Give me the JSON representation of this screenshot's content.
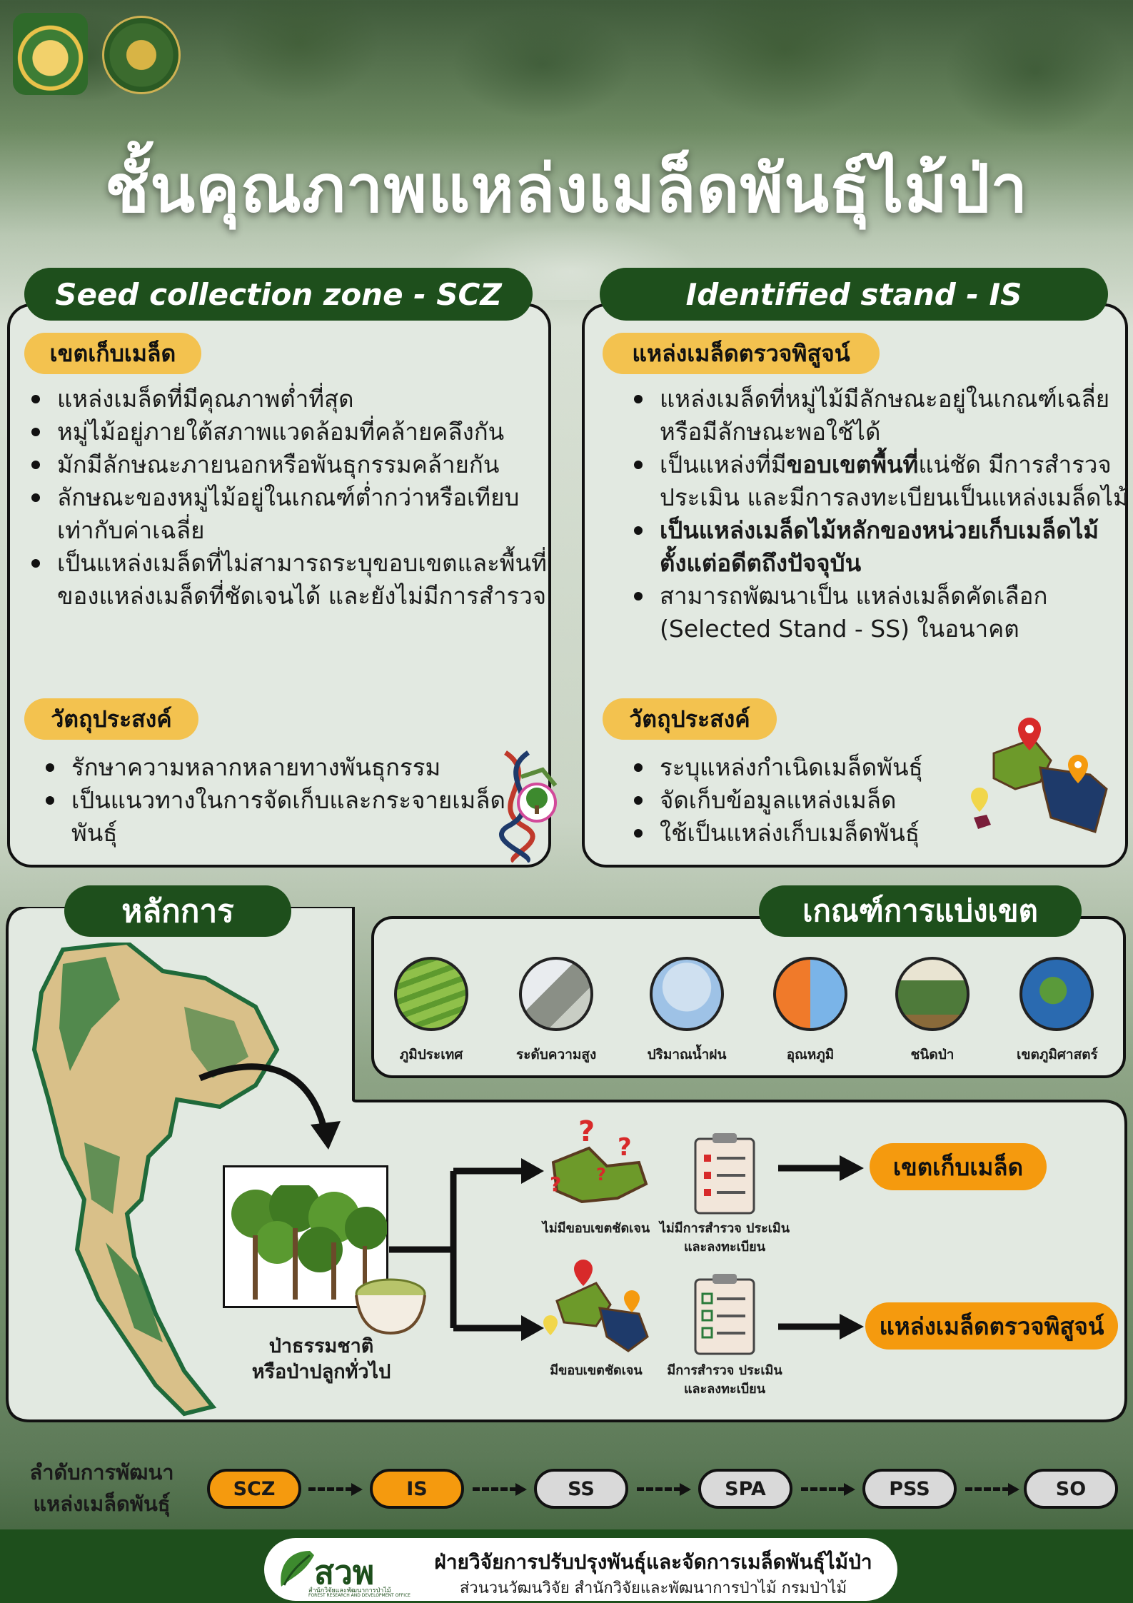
{
  "title": "ชั้นคุณภาพแหล่งเมล็ดพันธุ์ไม้ป่า",
  "logos": [
    {
      "icon": "royal-emblem-icon"
    },
    {
      "icon": "forest-department-seal-icon"
    }
  ],
  "scz": {
    "header": "Seed collection zone - SCZ",
    "tag": "เขตเก็บเมล็ด",
    "bullets": [
      "แหล่งเมล็ดที่มีคุณภาพต่ำที่สุด",
      "หมู่ไม้อยู่ภายใต้สภาพแวดล้อมที่คล้ายคลึงกัน",
      "มักมีลักษณะภายนอกหรือพันธุกรรมคล้ายกัน",
      "ลักษณะของหมู่ไม้อยู่ในเกณฑ์ต่ำกว่าหรือเทียบเท่ากับค่าเฉลี่ย",
      "เป็นแหล่งเมล็ดที่ไม่สามารถระบุขอบเขตและพื้นที่ของแหล่งเมล็ดที่ชัดเจนได้ และยังไม่มีการสำรวจ"
    ],
    "objective_tag": "วัตถุประสงค์",
    "objectives": [
      "รักษาความหลากหลายทางพันธุกรรม",
      "เป็นแนวทางในการจัดเก็บและกระจายเมล็ดพันธุ์"
    ],
    "icon": "dna-tree-icon"
  },
  "is": {
    "header": "Identified stand - IS",
    "tag": "แหล่งเมล็ดตรวจพิสูจน์",
    "b1": "แหล่งเมล็ดที่หมู่ไม้มีลักษณะอยู่ในเกณฑ์เฉลี่ยหรือมีลักษณะพอใช้ได้",
    "b2_pre": "เป็นแหล่งที่มี",
    "b2_bold": "ขอบเขตพื้นที่",
    "b2_post": "แน่ชัด มีการสำรวจประเมิน และมีการลงทะเบียนเป็นแหล่งเมล็ดไม้",
    "b3": "เป็นแหล่งเมล็ดไม้หลักของหน่วยเก็บเมล็ดไม้ตั้งแต่อดีตถึงปัจจุบัน",
    "b4": "สามารถพัฒนาเป็น แหล่งเมล็ดคัดเลือก (Selected Stand - SS) ในอนาคต",
    "objective_tag": "วัตถุประสงค์",
    "objectives": [
      "ระบุแหล่งกำเนิดเมล็ดพันธุ์",
      "จัดเก็บข้อมูลแหล่งเมล็ด",
      "ใช้เป็นแหล่งเก็บเมล็ดพันธุ์"
    ],
    "icon": "map-pins-icon"
  },
  "principle": {
    "header": "หลักการ",
    "forest_label_1": "ป่าธรรมชาติ",
    "forest_label_2": "หรือป่าปลูกทั่วไป",
    "upper": {
      "map_caption": "ไม่มีขอบเขตชัดเจน",
      "doc_caption_1": "ไม่มีการสำรวจ ประเมิน",
      "doc_caption_2": "และลงทะเบียน",
      "result": "เขตเก็บเมล็ด"
    },
    "lower": {
      "map_caption": "มีขอบเขตชัดเจน",
      "doc_caption_1": "มีการสำรวจ ประเมิน",
      "doc_caption_2": "และลงทะเบียน",
      "result": "แหล่งเมล็ดตรวจพิสูจน์"
    }
  },
  "criteria": {
    "header": "เกณฑ์การแบ่งเขต",
    "items": [
      {
        "label": "ภูมิประเทศ",
        "icon": "terrain-icon"
      },
      {
        "label": "ระดับความสูง",
        "icon": "altitude-icon"
      },
      {
        "label": "ปริมาณน้ำฝน",
        "icon": "rainfall-icon"
      },
      {
        "label": "อุณหภูมิ",
        "icon": "temperature-icon"
      },
      {
        "label": "ชนิดป่า",
        "icon": "forest-type-icon"
      },
      {
        "label": "เขตภูมิศาสตร์",
        "icon": "globe-icon"
      }
    ]
  },
  "sequence": {
    "label_1": "ลำดับการพัฒนา",
    "label_2": "แหล่งเมล็ดพันธุ์",
    "steps": [
      "SCZ",
      "IS",
      "SS",
      "SPA",
      "PSS",
      "SO"
    ],
    "highlighted": [
      "SCZ",
      "IS"
    ]
  },
  "footer": {
    "logo_text": "สวพ",
    "logo_small": "สำนักวิจัยและพัฒนาการป่าไม้",
    "logo_small_en": "FOREST RESEARCH AND DEVELOPMENT OFFICE",
    "line1": "ฝ่ายวิจัยการปรับปรุงพันธุ์และจัดการเมล็ดพันธุ์ไม้ป่า",
    "line2": "ส่วนวนวัฒนวิจัย สำนักวิจัยและพัฒนาการป่าไม้ กรมป่าไม้"
  },
  "colors": {
    "dark_green": "#1e4f1c",
    "yellow": "#f3c24f",
    "orange": "#f59a0e",
    "panel": "#e2e9e1"
  }
}
